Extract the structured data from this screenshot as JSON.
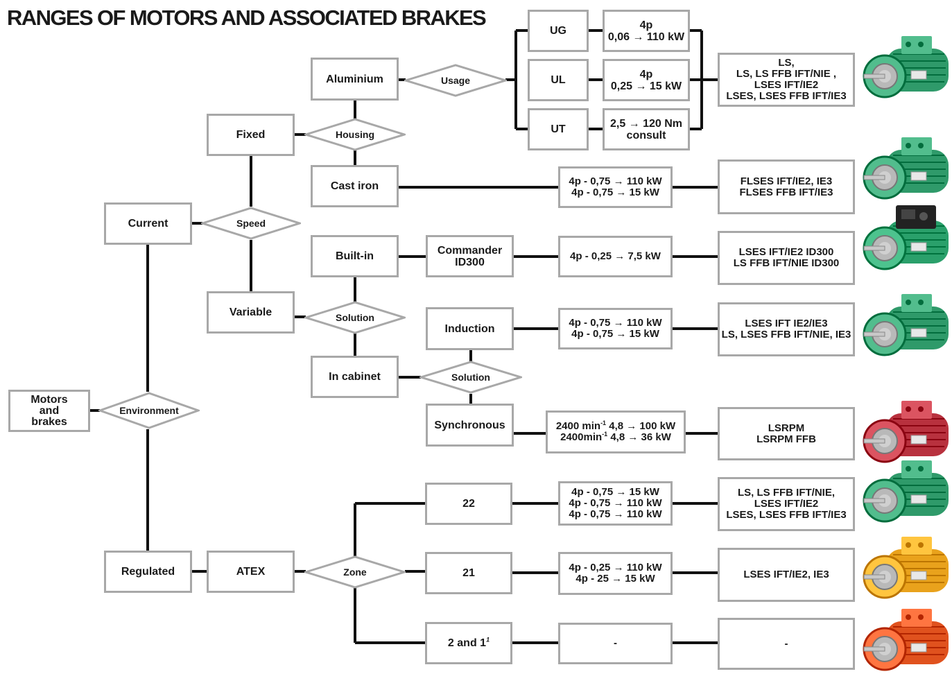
{
  "title": "RANGES OF MOTORS AND ASSOCIATED BRAKES",
  "nodes": {
    "motors_and_brakes": [
      "Motors",
      "and",
      "brakes"
    ],
    "current": "Current",
    "regulated": "Regulated",
    "fixed": "Fixed",
    "variable": "Variable",
    "atex": "ATEX",
    "aluminium": "Aluminium",
    "cast_iron": "Cast iron",
    "built_in": "Built-in",
    "in_cabinet": "In cabinet",
    "commander": [
      "Commander",
      "ID300"
    ],
    "induction": "Induction",
    "synchronous": "Synchronous",
    "ug": "UG",
    "ul": "UL",
    "ut": "UT",
    "zone_22": "22",
    "zone_21": "21",
    "zone_2_1": "2 and 1",
    "zone_2_1_note": "1"
  },
  "decisions": {
    "environment": "Environment",
    "speed": "Speed",
    "housing": "Housing",
    "usage": "Usage",
    "solution_variable": "Solution",
    "solution_cabinet": "Solution",
    "zone": "Zone"
  },
  "specs": {
    "ug": [
      "4p",
      "0,06 → 110 kW"
    ],
    "ul": [
      "4p",
      "0,25 → 15 kW"
    ],
    "ut": [
      "2,5 → 120 Nm",
      "consult"
    ],
    "cast_iron": [
      "4p - 0,75 → 110 kW",
      "4p - 0,75 → 15 kW"
    ],
    "built_in": [
      "4p - 0,25 → 7,5 kW"
    ],
    "induction": [
      "4p - 0,75 → 110 kW",
      "4p - 0,75 → 15 kW"
    ],
    "synchronous": [
      "2400 min-1  4,8 → 100 kW",
      "2400min-1 4,8 → 36 kW"
    ],
    "zone_22": [
      "4p - 0,75 → 15 kW",
      "4p - 0,75 → 110 kW",
      "4p - 0,75 → 110 kW"
    ],
    "zone_21": [
      "4p - 0,25 → 110 kW",
      "4p - 25 → 15 kW"
    ],
    "zone_2_1": [
      "-"
    ]
  },
  "ranges": {
    "aluminium": [
      "LS,",
      "LS, LS FFB IFT/NIE ,",
      "LSES IFT/IE2",
      "LSES, LSES FFB IFT/IE3"
    ],
    "cast_iron": [
      "FLSES IFT/IE2, IE3",
      "FLSES FFB IFT/IE3"
    ],
    "built_in": [
      "LSES IFT/IE2 ID300",
      "LS FFB IFT/NIE ID300"
    ],
    "induction": [
      "LSES IFT IE2/IE3",
      "LS, LSES FFB IFT/NIE, IE3"
    ],
    "synchronous": [
      "LSRPM",
      "LSRPM FFB"
    ],
    "zone_22": [
      "LS, LS FFB IFT/NIE,",
      "LSES IFT/IE2",
      "LSES, LSES FFB IFT/IE3"
    ],
    "zone_21": [
      "LSES IFT/IE2, IE3"
    ],
    "zone_2_1": [
      "-"
    ]
  },
  "motor_images": [
    {
      "name": "green-motor-aluminium",
      "color": "#2f9a6a"
    },
    {
      "name": "green-motor-cast-iron",
      "color": "#2f9a6a"
    },
    {
      "name": "green-motor-id300",
      "color": "#2aa06b"
    },
    {
      "name": "green-motor-induction",
      "color": "#2f9a6a"
    },
    {
      "name": "red-motor-lsrpm",
      "color": "#b8313e"
    },
    {
      "name": "green-motor-atex-22",
      "color": "#2f9a6a"
    },
    {
      "name": "yellow-motor-atex-21",
      "color": "#e9a21c"
    },
    {
      "name": "orange-motor-atex-2-1",
      "color": "#e0521e"
    }
  ],
  "colors": {
    "border": "#a8a8a8",
    "line": "#111111",
    "text": "#1a1a1a"
  }
}
